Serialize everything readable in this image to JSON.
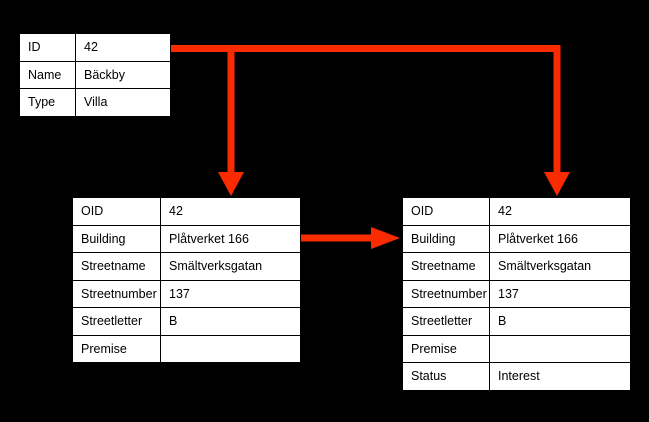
{
  "colors": {
    "background": "#000000",
    "arrow": "#FA2B00",
    "table_background": "#FFFFFF",
    "table_border": "#000000",
    "text": "#000000"
  },
  "tables": {
    "entity": {
      "rows": [
        {
          "label": "ID",
          "value": "42"
        },
        {
          "label": "Name",
          "value": "Bäckby"
        },
        {
          "label": "Type",
          "value": "Villa"
        }
      ]
    },
    "address_left": {
      "rows": [
        {
          "label": "OID",
          "value": "42"
        },
        {
          "label": "Building",
          "value": "Plåtverket 166"
        },
        {
          "label": "Streetname",
          "value": "Smältverksgatan"
        },
        {
          "label": "Streetnumber",
          "value": "137"
        },
        {
          "label": "Streetletter",
          "value": "B"
        },
        {
          "label": "Premise",
          "value": ""
        }
      ]
    },
    "address_right": {
      "rows": [
        {
          "label": "OID",
          "value": "42"
        },
        {
          "label": "Building",
          "value": "Plåtverket 166"
        },
        {
          "label": "Streetname",
          "value": "Smältverksgatan"
        },
        {
          "label": "Streetnumber",
          "value": "137"
        },
        {
          "label": "Streetletter",
          "value": "B"
        },
        {
          "label": "Premise",
          "value": ""
        },
        {
          "label": "Status",
          "value": "Interest"
        }
      ]
    }
  }
}
